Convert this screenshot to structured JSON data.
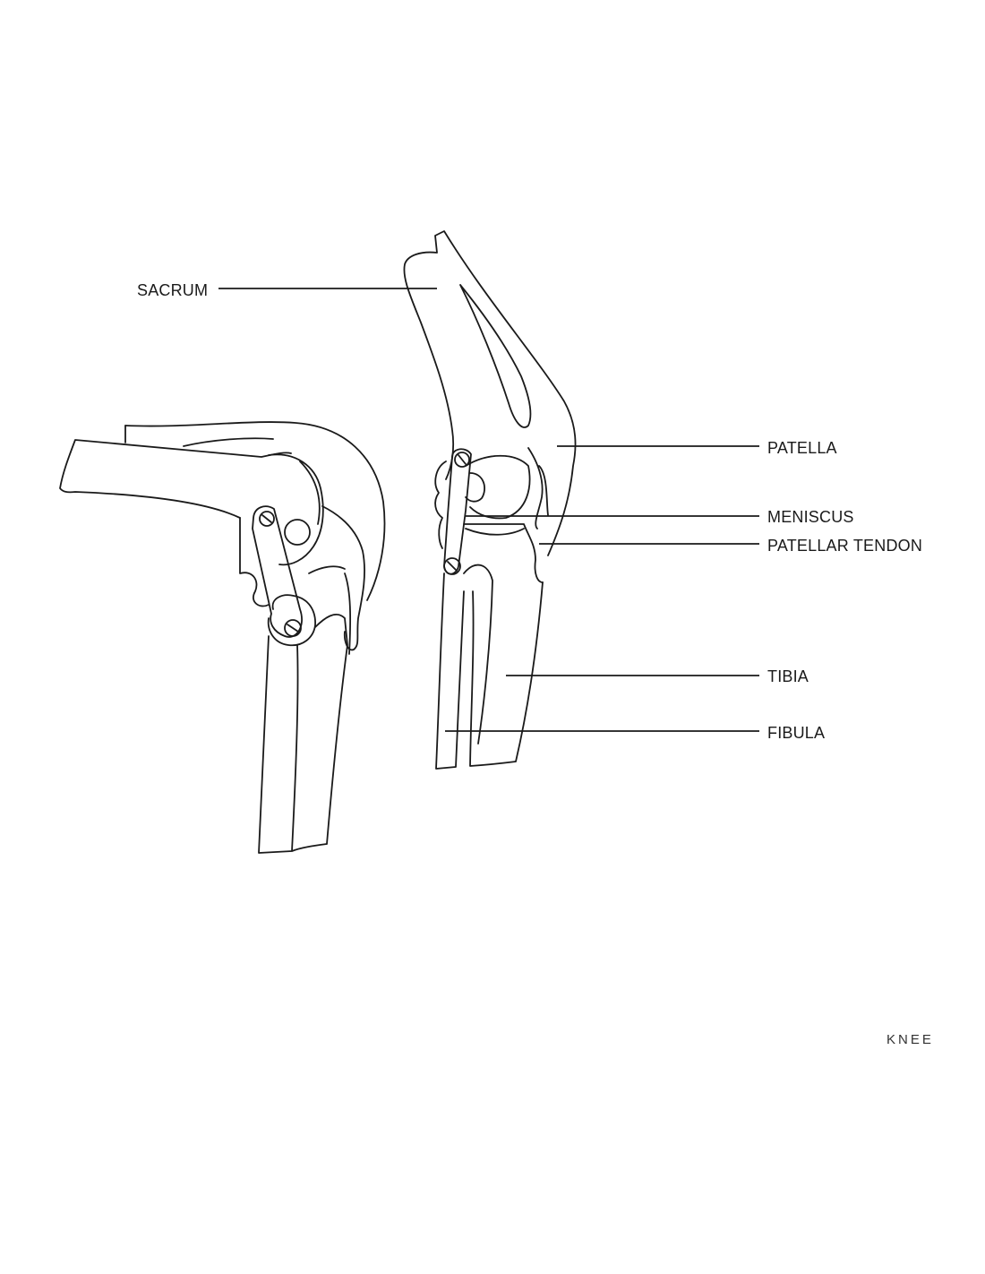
{
  "labels": {
    "sacrum": "SACRUM",
    "patella": "PATELLA",
    "meniscus": "MENISCUS",
    "patellar_tendon": "PATELLAR TENDON",
    "tibia": "TIBIA",
    "fibula": "FIBULA"
  },
  "caption": "KNEE",
  "colors": {
    "line": "#1a1a1a",
    "background": "#ffffff"
  }
}
